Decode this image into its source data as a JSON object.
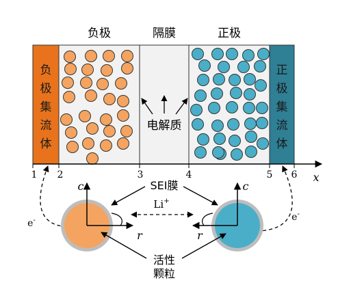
{
  "labels": {
    "anode": "负极",
    "separator": "隔膜",
    "cathode": "正极",
    "anode_cc": [
      "负",
      "极",
      "集",
      "流",
      "体"
    ],
    "cathode_cc": [
      "正",
      "极",
      "集",
      "流",
      "体"
    ],
    "electrolyte": "电解质",
    "axis_x": "x",
    "ticks": [
      "1",
      "2",
      "3",
      "4",
      "5",
      "6"
    ],
    "sei": "SEI膜",
    "li_ion": "Li",
    "li_charge": "+",
    "electron": "e",
    "electron_charge": "-",
    "axis_c": "c",
    "axis_r": "r",
    "active_particle_line1": "活性",
    "active_particle_line2": "颗粒"
  },
  "colors": {
    "anode_cc": "#e8731c",
    "cathode_cc": "#2f7f95",
    "anode_particle": "#f4a460",
    "cathode_particle": "#4aaec8",
    "electrode_bg": "#f2f2f2",
    "shell": "#bdbdbd"
  }
}
